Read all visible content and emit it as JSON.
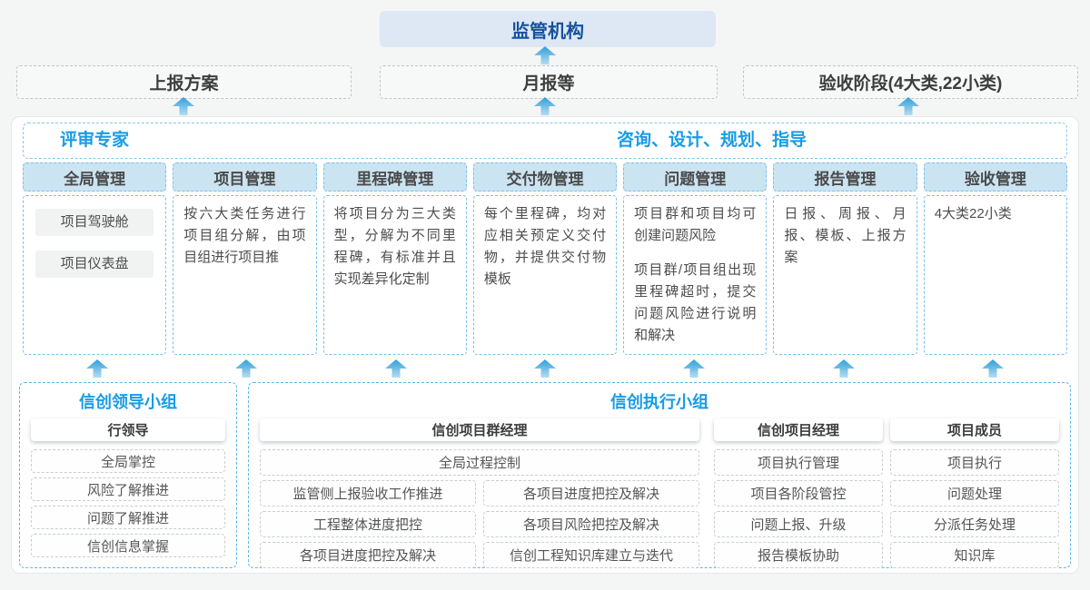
{
  "colors": {
    "accent_blue": "#189ce6",
    "regulator_text": "#17519e",
    "regulator_bg": "#dde8f4",
    "column_header_bg": "#cbe4f2",
    "dashed_blue_border": "#7cc0e6",
    "arrow_top": "#2f9fda",
    "arrow_bottom": "#b5ddf1"
  },
  "top": {
    "regulator": "监管机构",
    "outputs": [
      "上报方案",
      "月报等",
      "验收阶段(4大类,22小类)"
    ]
  },
  "main": {
    "experts_label": "评审专家",
    "consulting_label": "咨询、设计、规划、指导",
    "columns": [
      {
        "title": "全局管理",
        "pills": [
          "项目驾驶舱",
          "项目仪表盘"
        ]
      },
      {
        "title": "项目管理",
        "paragraphs": [
          "按六大类任务进行项目组分解，由项目组进行项目推"
        ]
      },
      {
        "title": "里程碑管理",
        "paragraphs": [
          "将项目分为三大类型，分解为不同里程碑，有标准并且实现差异化定制"
        ]
      },
      {
        "title": "交付物管理",
        "paragraphs": [
          "每个里程碑，均对应相关预定义交付物，并提供交付物模板"
        ]
      },
      {
        "title": "问题管理",
        "paragraphs": [
          "项目群和项目均可创建问题风险",
          "项目群/项目组出现里程碑超时，提交问题风险进行说明和解决"
        ]
      },
      {
        "title": "报告管理",
        "paragraphs": [
          "日报、周报、月报、模板、上报方案"
        ]
      },
      {
        "title": "验收管理",
        "paragraphs": [
          "4大类22小类"
        ]
      }
    ]
  },
  "bottom": {
    "leader_group": {
      "title": "信创领导小组",
      "role": "行领导",
      "items": [
        "全局掌控",
        "风险了解推进",
        "问题了解推进",
        "信创信息掌握"
      ]
    },
    "exec_group": {
      "title": "信创执行小组",
      "program_manager": {
        "role": "信创项目群经理",
        "full_item": "全局过程控制",
        "left_items": [
          "监管侧上报验收工作推进",
          "工程整体进度把控",
          "各项目进度把控及解决"
        ],
        "right_items": [
          "各项目进度把控及解决",
          "各项目风险把控及解决",
          "信创工程知识库建立与迭代"
        ]
      },
      "project_manager": {
        "role": "信创项目经理",
        "items": [
          "项目执行管理",
          "项目各阶段管控",
          "问题上报、升级",
          "报告模板协助"
        ]
      },
      "member": {
        "role": "项目成员",
        "items": [
          "项目执行",
          "问题处理",
          "分派任务处理",
          "知识库"
        ]
      }
    }
  }
}
